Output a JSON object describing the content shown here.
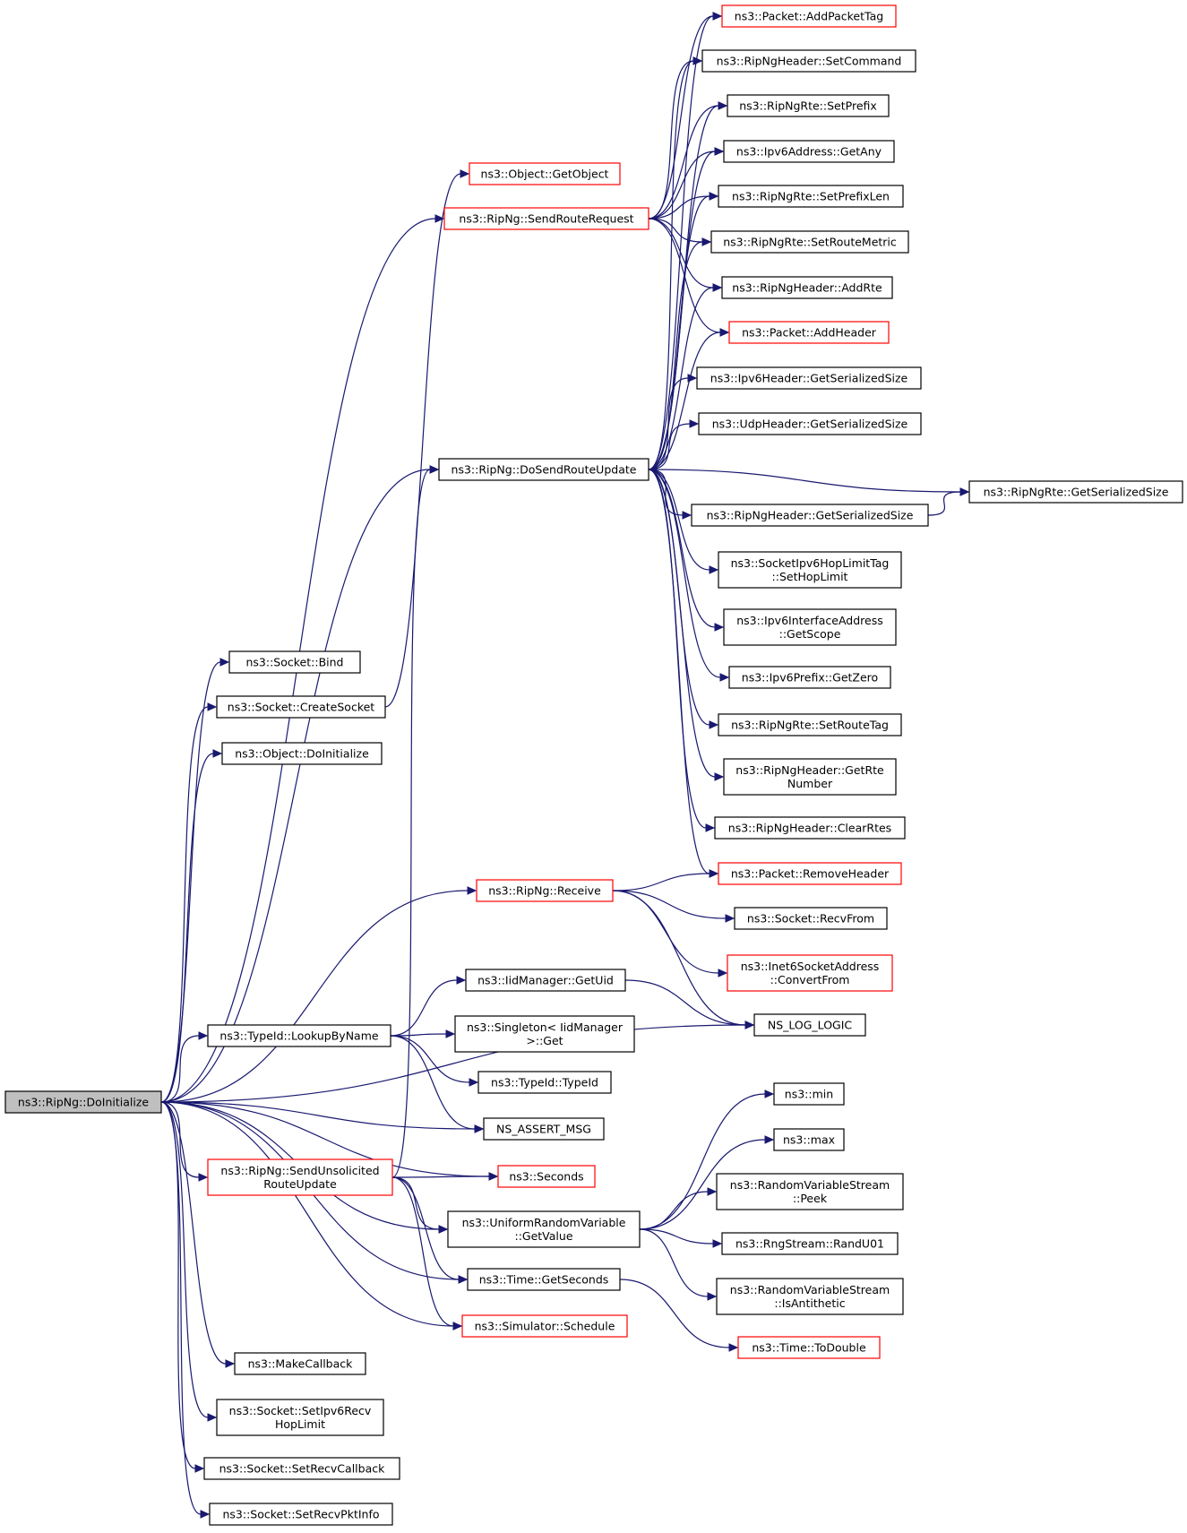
{
  "graph": {
    "colors": {
      "edge": "#191970",
      "normal_border": "#000000",
      "truncated_border": "#ff0000",
      "root_fill": "#bfbfbf",
      "fill": "#ffffff"
    },
    "nodes": [
      {
        "id": "root",
        "lines": [
          "ns3::RipNg::DoInitialize"
        ],
        "style": "root"
      },
      {
        "id": "bind",
        "lines": [
          "ns3::Socket::Bind"
        ],
        "style": "normal"
      },
      {
        "id": "create",
        "lines": [
          "ns3::Socket::CreateSocket"
        ],
        "style": "normal"
      },
      {
        "id": "objinit",
        "lines": [
          "ns3::Object::DoInitialize"
        ],
        "style": "normal"
      },
      {
        "id": "getobj",
        "lines": [
          "ns3::Object::GetObject"
        ],
        "style": "truncated"
      },
      {
        "id": "sendreq",
        "lines": [
          "ns3::RipNg::SendRouteRequest"
        ],
        "style": "truncated"
      },
      {
        "id": "addtag",
        "lines": [
          "ns3::Packet::AddPacketTag"
        ],
        "style": "truncated"
      },
      {
        "id": "setcmd",
        "lines": [
          "ns3::RipNgHeader::SetCommand"
        ],
        "style": "normal"
      },
      {
        "id": "setprefix",
        "lines": [
          "ns3::RipNgRte::SetPrefix"
        ],
        "style": "normal"
      },
      {
        "id": "getany",
        "lines": [
          "ns3::Ipv6Address::GetAny"
        ],
        "style": "normal"
      },
      {
        "id": "setprefixlen",
        "lines": [
          "ns3::RipNgRte::SetPrefixLen"
        ],
        "style": "normal"
      },
      {
        "id": "setmetric",
        "lines": [
          "ns3::RipNgRte::SetRouteMetric"
        ],
        "style": "normal"
      },
      {
        "id": "addrte",
        "lines": [
          "ns3::RipNgHeader::AddRte"
        ],
        "style": "normal"
      },
      {
        "id": "addhdr",
        "lines": [
          "ns3::Packet::AddHeader"
        ],
        "style": "truncated"
      },
      {
        "id": "ipv6size",
        "lines": [
          "ns3::Ipv6Header::GetSerializedSize"
        ],
        "style": "normal"
      },
      {
        "id": "udpsize",
        "lines": [
          "ns3::UdpHeader::GetSerializedSize"
        ],
        "style": "normal"
      },
      {
        "id": "dosend",
        "lines": [
          "ns3::RipNg::DoSendRouteUpdate"
        ],
        "style": "normal"
      },
      {
        "id": "rtesize",
        "lines": [
          "ns3::RipNgRte::GetSerializedSize"
        ],
        "style": "normal"
      },
      {
        "id": "hdrsize",
        "lines": [
          "ns3::RipNgHeader::GetSerializedSize"
        ],
        "style": "normal"
      },
      {
        "id": "hoplimit",
        "lines": [
          "ns3::SocketIpv6HopLimitTag",
          "::SetHopLimit"
        ],
        "style": "normal"
      },
      {
        "id": "scope",
        "lines": [
          "ns3::Ipv6InterfaceAddress",
          "::GetScope"
        ],
        "style": "normal"
      },
      {
        "id": "zero",
        "lines": [
          "ns3::Ipv6Prefix::GetZero"
        ],
        "style": "normal"
      },
      {
        "id": "routetag",
        "lines": [
          "ns3::RipNgRte::SetRouteTag"
        ],
        "style": "normal"
      },
      {
        "id": "rtenum",
        "lines": [
          "ns3::RipNgHeader::GetRte",
          "Number"
        ],
        "style": "normal"
      },
      {
        "id": "clear",
        "lines": [
          "ns3::RipNgHeader::ClearRtes"
        ],
        "style": "normal"
      },
      {
        "id": "remhdr",
        "lines": [
          "ns3::Packet::RemoveHeader"
        ],
        "style": "truncated"
      },
      {
        "id": "receive",
        "lines": [
          "ns3::RipNg::Receive"
        ],
        "style": "truncated"
      },
      {
        "id": "recvfrom",
        "lines": [
          "ns3::Socket::RecvFrom"
        ],
        "style": "normal"
      },
      {
        "id": "convert",
        "lines": [
          "ns3::Inet6SocketAddress",
          "::ConvertFrom"
        ],
        "style": "truncated"
      },
      {
        "id": "getuid",
        "lines": [
          "ns3::IidManager::GetUid"
        ],
        "style": "normal"
      },
      {
        "id": "log",
        "lines": [
          "NS_LOG_LOGIC"
        ],
        "style": "normal"
      },
      {
        "id": "lookup",
        "lines": [
          "ns3::TypeId::LookupByName"
        ],
        "style": "normal"
      },
      {
        "id": "singleton",
        "lines": [
          "ns3::Singleton< IidManager",
          ">::Get"
        ],
        "style": "normal"
      },
      {
        "id": "typeid",
        "lines": [
          "ns3::TypeId::TypeId"
        ],
        "style": "normal"
      },
      {
        "id": "assert",
        "lines": [
          "NS_ASSERT_MSG"
        ],
        "style": "normal"
      },
      {
        "id": "sendunsol",
        "lines": [
          "ns3::RipNg::SendUnsolicited",
          "RouteUpdate"
        ],
        "style": "truncated"
      },
      {
        "id": "seconds",
        "lines": [
          "ns3::Seconds"
        ],
        "style": "truncated"
      },
      {
        "id": "min",
        "lines": [
          "ns3::min"
        ],
        "style": "normal"
      },
      {
        "id": "max",
        "lines": [
          "ns3::max"
        ],
        "style": "normal"
      },
      {
        "id": "peek",
        "lines": [
          "ns3::RandomVariableStream",
          "::Peek"
        ],
        "style": "normal"
      },
      {
        "id": "getvalue",
        "lines": [
          "ns3::UniformRandomVariable",
          "::GetValue"
        ],
        "style": "normal"
      },
      {
        "id": "randu",
        "lines": [
          "ns3::RngStream::RandU01"
        ],
        "style": "normal"
      },
      {
        "id": "getsec",
        "lines": [
          "ns3::Time::GetSeconds"
        ],
        "style": "normal"
      },
      {
        "id": "anti",
        "lines": [
          "ns3::RandomVariableStream",
          "::IsAntithetic"
        ],
        "style": "normal"
      },
      {
        "id": "schedule",
        "lines": [
          "ns3::Simulator::Schedule"
        ],
        "style": "truncated"
      },
      {
        "id": "todouble",
        "lines": [
          "ns3::Time::ToDouble"
        ],
        "style": "truncated"
      },
      {
        "id": "makecb",
        "lines": [
          "ns3::MakeCallback"
        ],
        "style": "normal"
      },
      {
        "id": "hoprecv",
        "lines": [
          "ns3::Socket::SetIpv6Recv",
          "HopLimit"
        ],
        "style": "normal"
      },
      {
        "id": "recvcb",
        "lines": [
          "ns3::Socket::SetRecvCallback"
        ],
        "style": "normal"
      },
      {
        "id": "pktinfo",
        "lines": [
          "ns3::Socket::SetRecvPktInfo"
        ],
        "style": "normal"
      }
    ],
    "edges": [
      {
        "from": "root",
        "to": "bind"
      },
      {
        "from": "root",
        "to": "create"
      },
      {
        "from": "root",
        "to": "objinit"
      },
      {
        "from": "root",
        "to": "sendreq"
      },
      {
        "from": "root",
        "to": "dosend"
      },
      {
        "from": "root",
        "to": "receive"
      },
      {
        "from": "root",
        "to": "log"
      },
      {
        "from": "root",
        "to": "lookup"
      },
      {
        "from": "root",
        "to": "assert"
      },
      {
        "from": "root",
        "to": "sendunsol"
      },
      {
        "from": "root",
        "to": "seconds"
      },
      {
        "from": "root",
        "to": "getvalue"
      },
      {
        "from": "root",
        "to": "getsec"
      },
      {
        "from": "root",
        "to": "schedule"
      },
      {
        "from": "root",
        "to": "makecb"
      },
      {
        "from": "root",
        "to": "hoprecv"
      },
      {
        "from": "root",
        "to": "recvcb"
      },
      {
        "from": "root",
        "to": "pktinfo"
      },
      {
        "from": "create",
        "to": "getobj"
      },
      {
        "from": "sendreq",
        "to": "addtag"
      },
      {
        "from": "sendreq",
        "to": "setcmd"
      },
      {
        "from": "sendreq",
        "to": "setprefix"
      },
      {
        "from": "sendreq",
        "to": "getany"
      },
      {
        "from": "sendreq",
        "to": "setprefixlen"
      },
      {
        "from": "sendreq",
        "to": "setmetric"
      },
      {
        "from": "sendreq",
        "to": "addrte"
      },
      {
        "from": "sendreq",
        "to": "addhdr"
      },
      {
        "from": "dosend",
        "to": "addtag"
      },
      {
        "from": "dosend",
        "to": "setcmd"
      },
      {
        "from": "dosend",
        "to": "setprefix"
      },
      {
        "from": "dosend",
        "to": "getany"
      },
      {
        "from": "dosend",
        "to": "setprefixlen"
      },
      {
        "from": "dosend",
        "to": "setmetric"
      },
      {
        "from": "dosend",
        "to": "addrte"
      },
      {
        "from": "dosend",
        "to": "addhdr"
      },
      {
        "from": "dosend",
        "to": "ipv6size"
      },
      {
        "from": "dosend",
        "to": "udpsize"
      },
      {
        "from": "dosend",
        "to": "rtesize"
      },
      {
        "from": "dosend",
        "to": "hdrsize"
      },
      {
        "from": "dosend",
        "to": "hoplimit"
      },
      {
        "from": "dosend",
        "to": "scope"
      },
      {
        "from": "dosend",
        "to": "zero"
      },
      {
        "from": "dosend",
        "to": "routetag"
      },
      {
        "from": "dosend",
        "to": "rtenum"
      },
      {
        "from": "dosend",
        "to": "clear"
      },
      {
        "from": "dosend",
        "to": "remhdr"
      },
      {
        "from": "hdrsize",
        "to": "rtesize"
      },
      {
        "from": "receive",
        "to": "remhdr"
      },
      {
        "from": "receive",
        "to": "recvfrom"
      },
      {
        "from": "receive",
        "to": "convert"
      },
      {
        "from": "receive",
        "to": "log"
      },
      {
        "from": "lookup",
        "to": "getuid"
      },
      {
        "from": "lookup",
        "to": "singleton"
      },
      {
        "from": "lookup",
        "to": "typeid"
      },
      {
        "from": "lookup",
        "to": "assert"
      },
      {
        "from": "getuid",
        "to": "log"
      },
      {
        "from": "sendunsol",
        "to": "dosend"
      },
      {
        "from": "sendunsol",
        "to": "seconds"
      },
      {
        "from": "sendunsol",
        "to": "getvalue"
      },
      {
        "from": "sendunsol",
        "to": "getsec"
      },
      {
        "from": "sendunsol",
        "to": "schedule"
      },
      {
        "from": "getvalue",
        "to": "min"
      },
      {
        "from": "getvalue",
        "to": "max"
      },
      {
        "from": "getvalue",
        "to": "peek"
      },
      {
        "from": "getvalue",
        "to": "randu"
      },
      {
        "from": "getvalue",
        "to": "anti"
      },
      {
        "from": "getsec",
        "to": "todouble"
      }
    ]
  }
}
